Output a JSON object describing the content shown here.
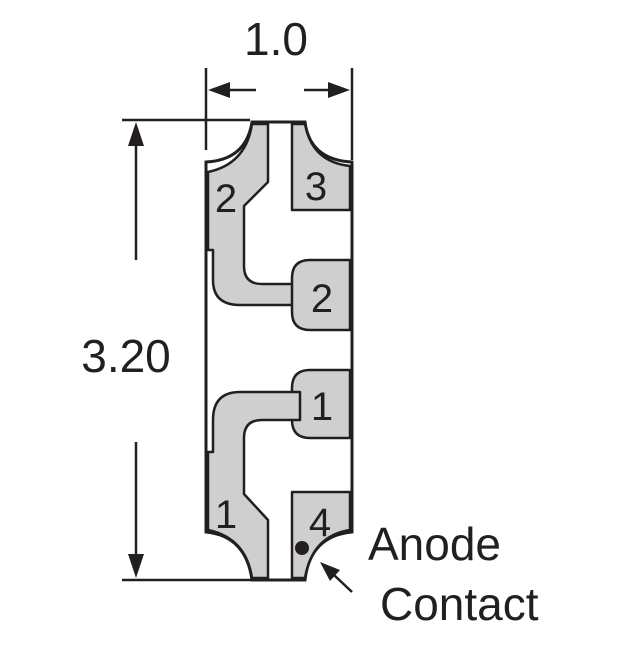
{
  "dimensions": {
    "width_label": "1.0",
    "height_label": "3.20"
  },
  "pads": [
    {
      "label": "2"
    },
    {
      "label": "3"
    },
    {
      "label": "2"
    },
    {
      "label": "1"
    },
    {
      "label": "1"
    },
    {
      "label": "4"
    }
  ],
  "annotation": {
    "line1": "Anode",
    "line2": "Contact"
  },
  "colors": {
    "pad_fill": "#cfcfcf",
    "line": "#231f20"
  }
}
